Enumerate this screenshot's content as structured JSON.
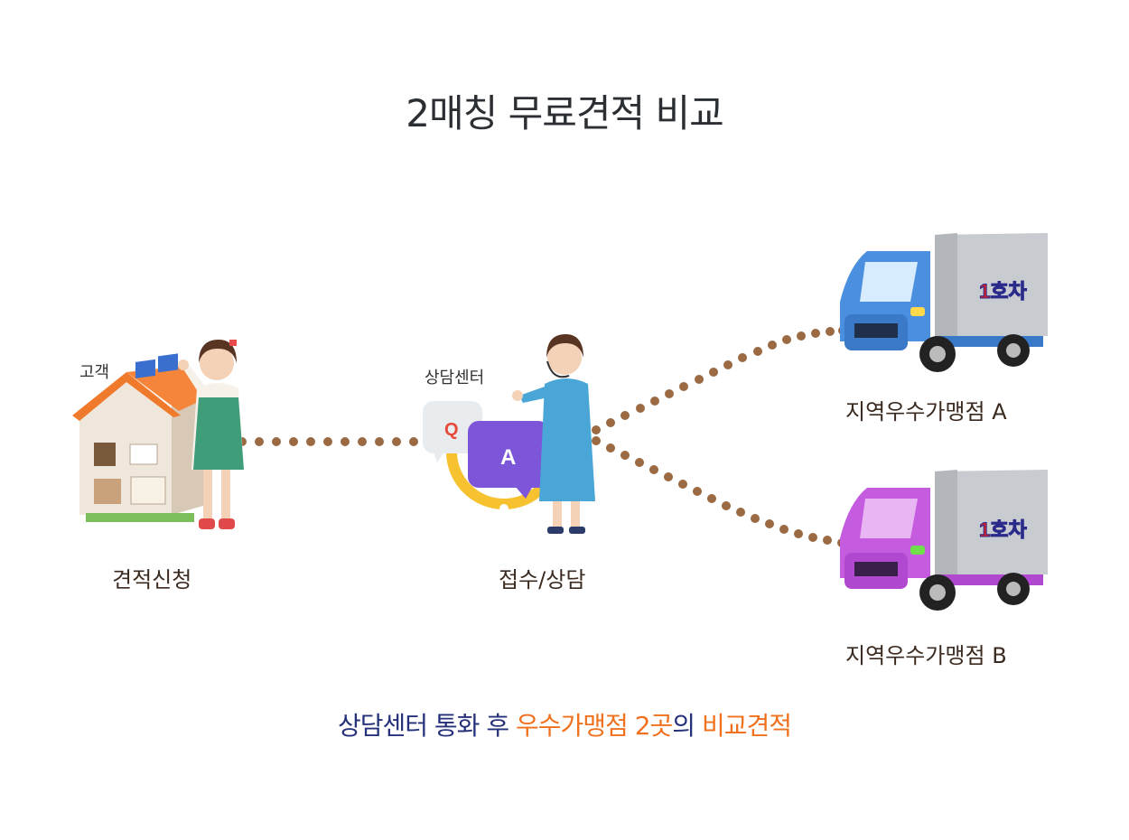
{
  "title": "2매칭 무료견적 비교",
  "customer": {
    "tag": "고객",
    "label": "견적신청"
  },
  "center": {
    "tag": "상담센터",
    "label": "접수/상담",
    "q_letter": "Q",
    "a_letter": "A"
  },
  "branches": [
    {
      "label": "지역우수가맹점 A",
      "truck_color": "#4a8fe0",
      "logo": "1호차"
    },
    {
      "label": "지역우수가맹점 B",
      "truck_color": "#c55ce0",
      "logo": "1호차"
    }
  ],
  "footer": {
    "part1": "상담센터 통화 후 ",
    "part2": "우수가맹점 2곳",
    "part3": "의 ",
    "part4": "비교견적"
  },
  "colors": {
    "dots": "#9b6a43",
    "navy": "#25317a",
    "orange": "#f0711e"
  }
}
